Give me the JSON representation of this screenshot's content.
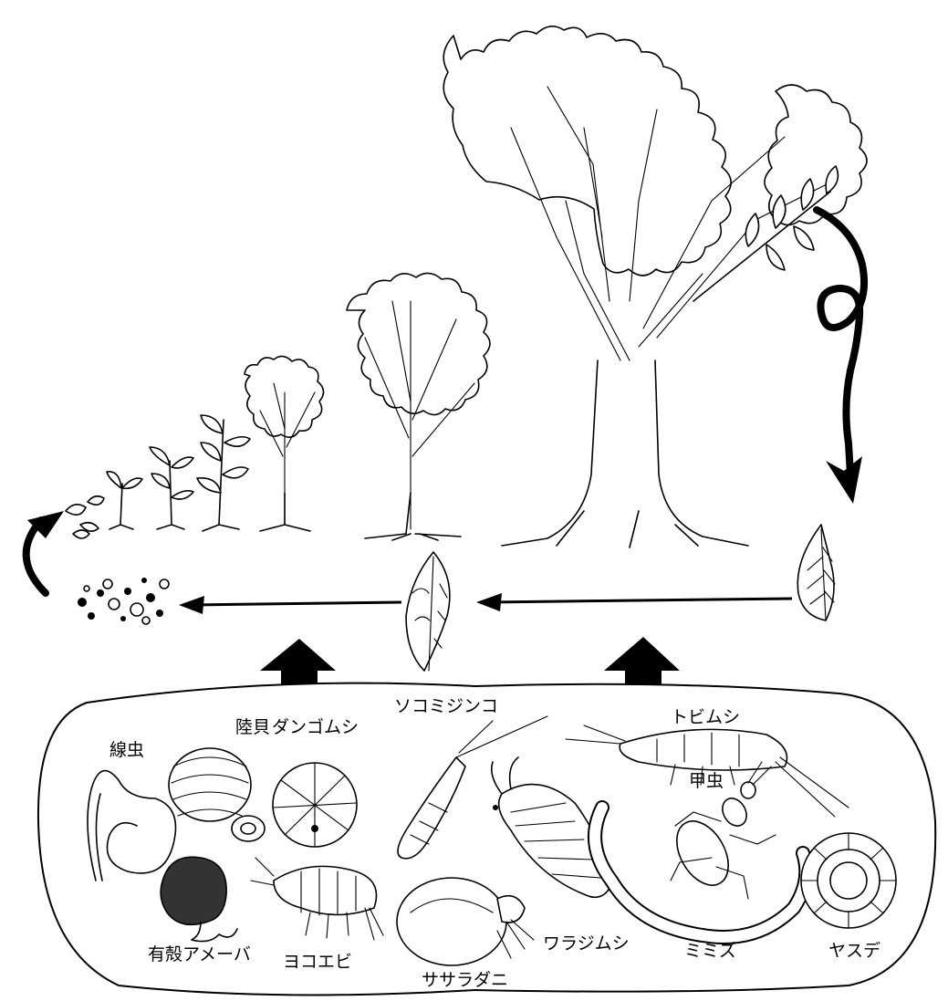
{
  "soil_fauna": {
    "nematode": "線虫",
    "land_snail": "陸貝",
    "pill_bug": "ダンゴムシ",
    "copepod": "ソコミジンコ",
    "springtail": "トビムシ",
    "beetle": "甲虫",
    "testate_amoeba": "有殻アメーバ",
    "amphipod": "ヨコエビ",
    "oribatid_mite": "ササラダニ",
    "enchytraeid": "ワラジムシ",
    "earthworm": "ミミズ",
    "millipede": "ヤスデ"
  },
  "colors": {
    "ink": "#000000",
    "paper": "#ffffff"
  }
}
